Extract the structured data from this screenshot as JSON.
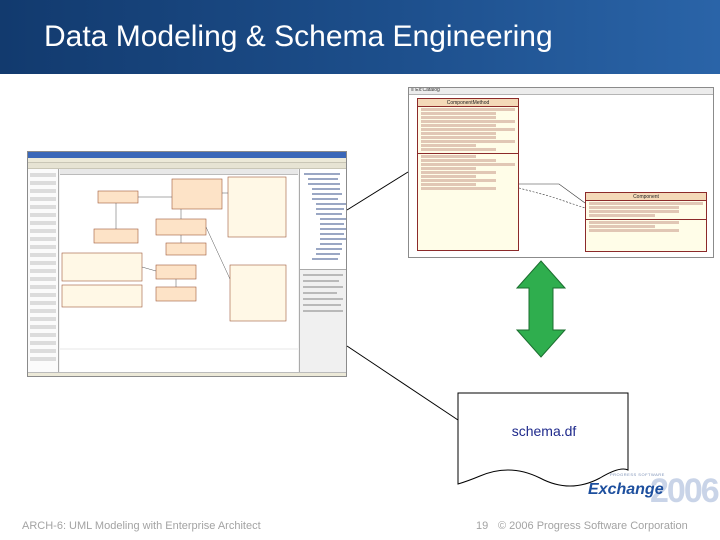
{
  "slide": {
    "title": "Data Modeling & Schema Engineering",
    "colors": {
      "title_bar": "#1d4f8c",
      "title_text": "#ffffff",
      "arrow": "#2fae4e",
      "doc_label": "#1f2a8c",
      "footer_text": "#a3a3a3"
    }
  },
  "uml_detail": {
    "tab_label": "≡ Ex:Catalog",
    "classes": {
      "main_name": "ComponentMethod",
      "side_name": "Component"
    }
  },
  "document": {
    "label": "schema.df"
  },
  "logo": {
    "tagline": "PROGRESS SOFTWARE",
    "word": "Exchange",
    "year": "2006"
  },
  "footer": {
    "left": "ARCH-6: UML Modeling with Enterprise Architect",
    "page": "19",
    "copyright": "© 2006 Progress Software Corporation"
  }
}
